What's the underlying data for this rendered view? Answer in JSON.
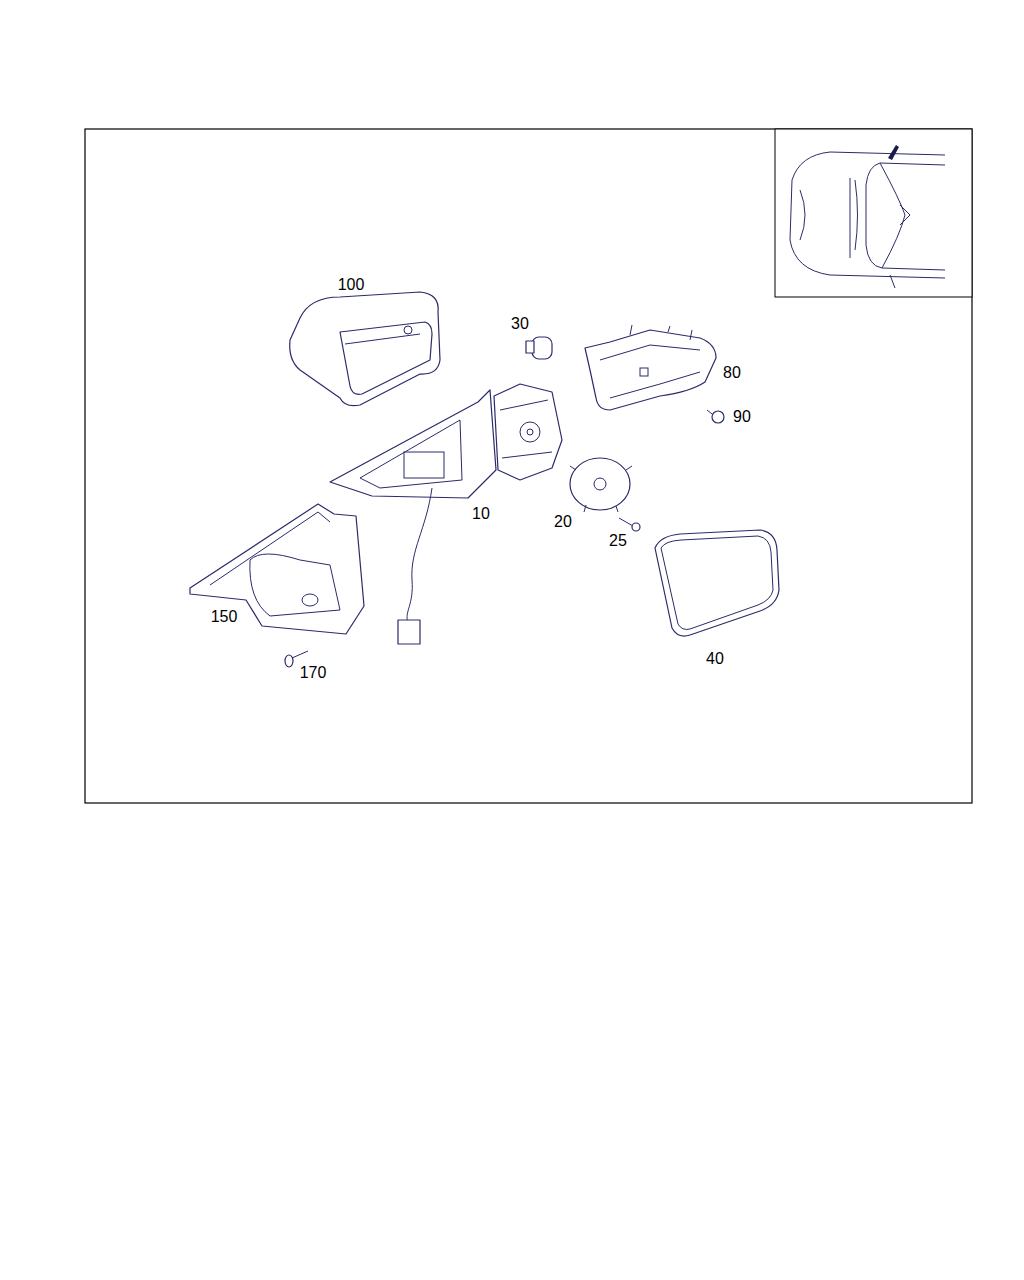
{
  "diagram": {
    "labels": [
      "100",
      "30",
      "80",
      "90",
      "10",
      "20",
      "25",
      "40",
      "150",
      "170"
    ]
  }
}
